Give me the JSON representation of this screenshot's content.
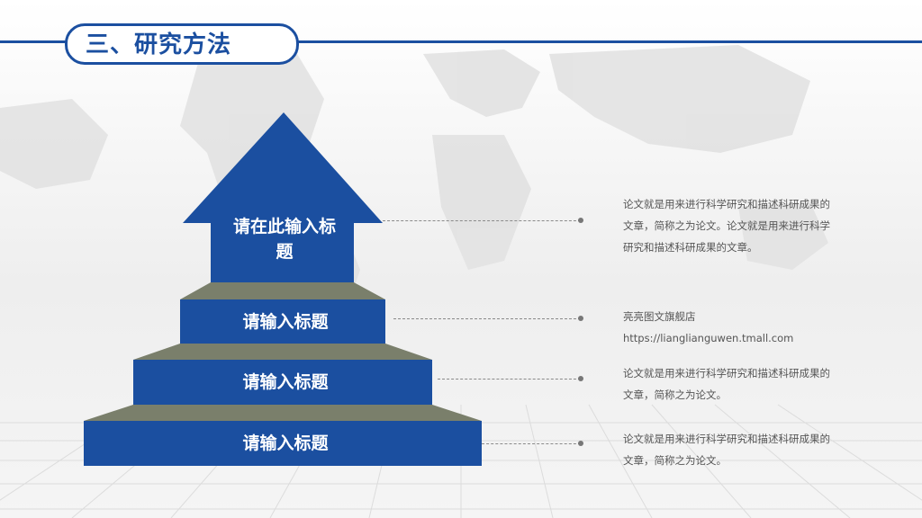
{
  "slide": {
    "title": "三、研究方法"
  },
  "pyramid": {
    "arrow_label": "请在此输入标题",
    "step_labels": [
      "请输入标题",
      "请输入标题",
      "请输入标题"
    ]
  },
  "notes": [
    {
      "text": "论文就是用来进行科学研究和描述科研成果的文章，简称之为论文。论文就是用来进行科学研究和描述科研成果的文章。"
    },
    {
      "line1": "亮亮图文旗舰店",
      "line2": "https://lianglianguwen.tmall.com"
    },
    {
      "text": "论文就是用来进行科学研究和描述科研成果的文章，简称之为论文。"
    },
    {
      "text": "论文就是用来进行科学研究和描述科研成果的文章，简称之为论文。"
    }
  ],
  "colors": {
    "primary": "#1b4fa0",
    "step_top": "#7a7f6b",
    "text_muted": "#555555"
  }
}
